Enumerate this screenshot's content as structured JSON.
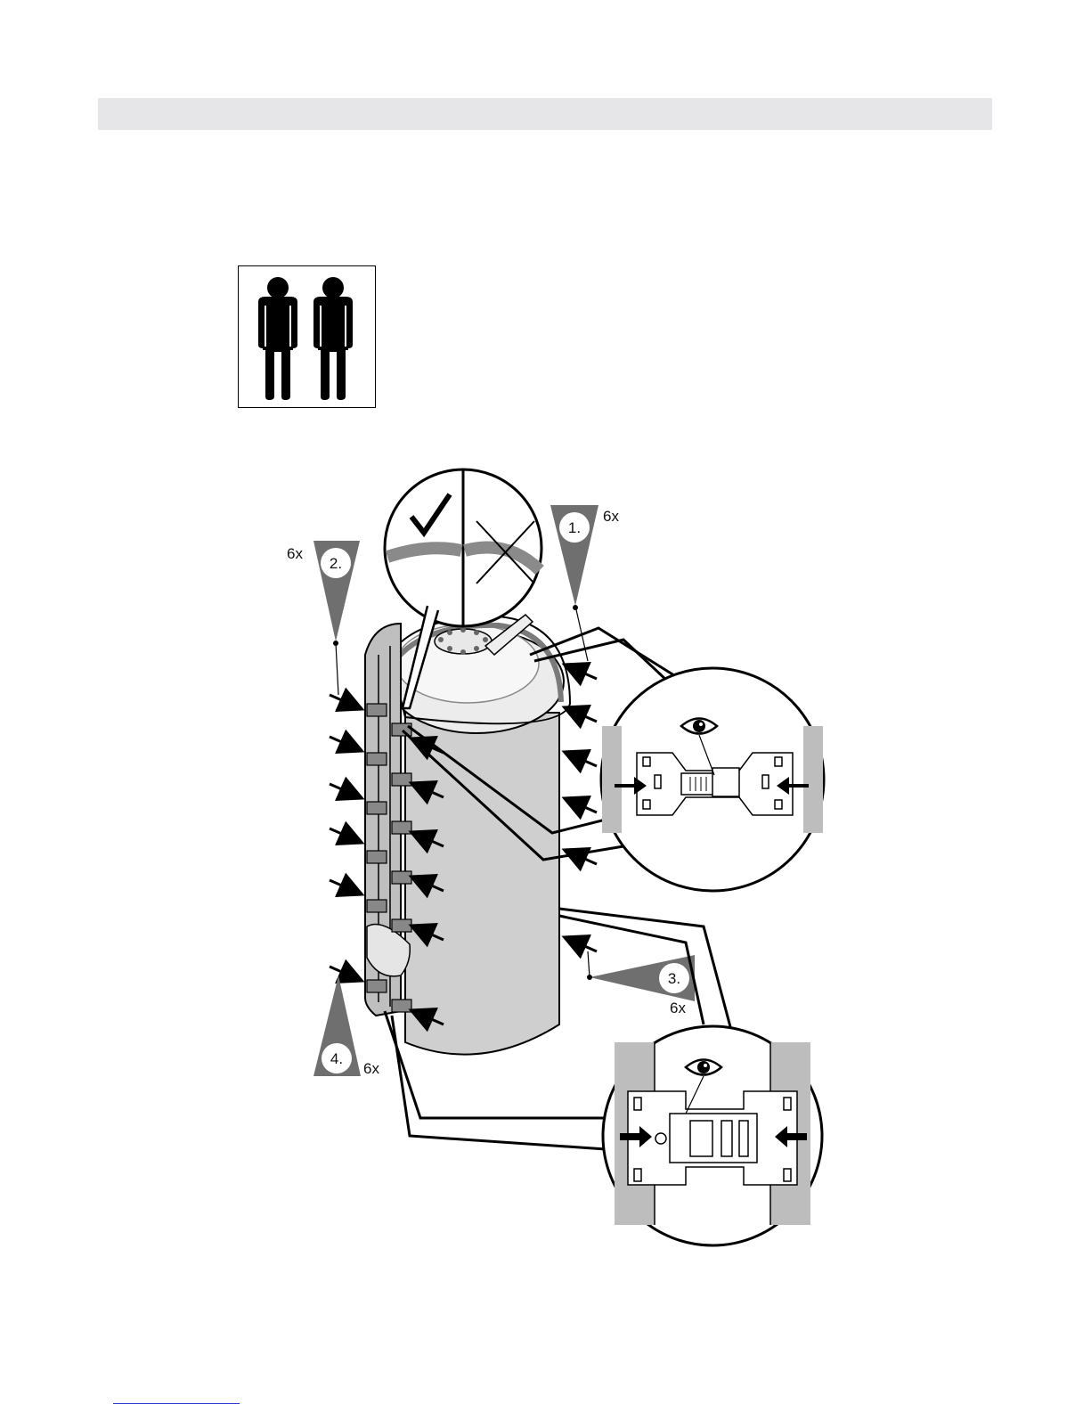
{
  "header": {
    "band_color": "#e6e6e8"
  },
  "icons": {
    "people": "two-persons-icon",
    "eye": "eye-icon",
    "check": "check-mark-icon",
    "cross": "cross-mark-icon"
  },
  "steps": [
    {
      "number": "1.",
      "count": "6x"
    },
    {
      "number": "2.",
      "count": "6x"
    },
    {
      "number": "3.",
      "count": "6x"
    },
    {
      "number": "4.",
      "count": "6x"
    }
  ],
  "colors": {
    "shell": "#cfcfcf",
    "shell_dark": "#9a9a9a",
    "callout_gray": "#bdbdbd",
    "triangle": "#6f6f6f",
    "footer_link": "#2b3fd6"
  }
}
